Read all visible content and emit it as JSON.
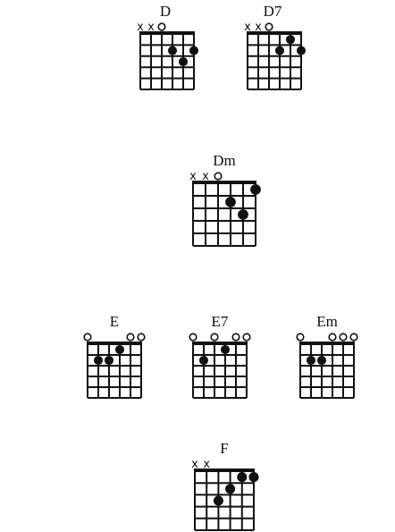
{
  "colors": {
    "ink": "#111111",
    "background": "#ffffff"
  },
  "fretboard": {
    "strings": 6,
    "frets": 5
  },
  "chords": [
    {
      "id": "d",
      "name": "D",
      "mute_mark": "x",
      "strings": [
        "x",
        "x",
        "o",
        null,
        null,
        null
      ],
      "fingers": [
        [
          4,
          2
        ],
        [
          5,
          3
        ],
        [
          6,
          2
        ]
      ]
    },
    {
      "id": "d7",
      "name": "D7",
      "mute_mark": "x",
      "strings": [
        "x",
        "x",
        "o",
        null,
        null,
        null
      ],
      "fingers": [
        [
          4,
          2
        ],
        [
          5,
          1
        ],
        [
          6,
          2
        ]
      ]
    },
    {
      "id": "dm",
      "name": "Dm",
      "mute_mark": "x",
      "strings": [
        "x",
        "x",
        "o",
        null,
        null,
        null
      ],
      "fingers": [
        [
          4,
          2
        ],
        [
          5,
          3
        ],
        [
          6,
          1
        ]
      ]
    },
    {
      "id": "e",
      "name": "E",
      "mute_mark": "x",
      "strings": [
        "o",
        null,
        null,
        null,
        "o",
        "o"
      ],
      "fingers": [
        [
          2,
          2
        ],
        [
          3,
          2
        ],
        [
          4,
          1
        ]
      ]
    },
    {
      "id": "e7",
      "name": "E7",
      "mute_mark": "x",
      "strings": [
        "o",
        null,
        "o",
        null,
        "o",
        "o"
      ],
      "fingers": [
        [
          2,
          2
        ],
        [
          4,
          1
        ]
      ]
    },
    {
      "id": "em",
      "name": "Em",
      "mute_mark": "x",
      "strings": [
        "o",
        null,
        null,
        "o",
        "o",
        "o"
      ],
      "fingers": [
        [
          2,
          2
        ],
        [
          3,
          2
        ]
      ]
    },
    {
      "id": "f",
      "name": "F",
      "mute_mark": "x",
      "strings": [
        "x",
        "x",
        null,
        null,
        null,
        null
      ],
      "fingers": [
        [
          3,
          3
        ],
        [
          4,
          2
        ],
        [
          5,
          1
        ],
        [
          6,
          1
        ]
      ]
    }
  ]
}
